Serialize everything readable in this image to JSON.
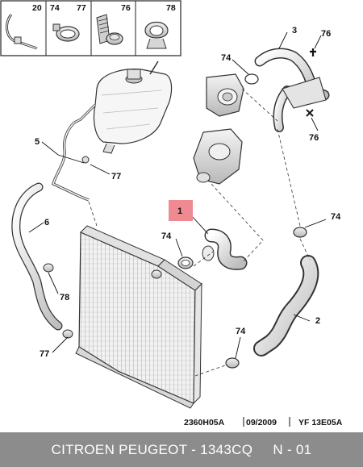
{
  "legend_box": {
    "cells": [
      {
        "labels": [
          "20"
        ]
      },
      {
        "labels": [
          "74",
          "77"
        ]
      },
      {
        "labels": [
          "76"
        ]
      },
      {
        "labels": [
          "78"
        ]
      }
    ]
  },
  "callouts": {
    "c1": "1",
    "c2": "2",
    "c3": "3",
    "c5": "5",
    "c6": "6",
    "c74_thermo": "74",
    "c74_right": "74",
    "c74_mid": "74",
    "c74_bottom": "74",
    "c76_top": "76",
    "c76_right": "76",
    "c77_tank": "77",
    "c77_bottom": "77",
    "c78": "78"
  },
  "reference": {
    "code": "2360H05A",
    "date": "09/2009",
    "variant": "YF 13E05A"
  },
  "footer": {
    "brand": "CITROEN PEUGEOT - 1343CQ",
    "page": "N - 01"
  },
  "colors": {
    "highlight": "#f08a92",
    "footer_bg": "#8c8c8c"
  }
}
